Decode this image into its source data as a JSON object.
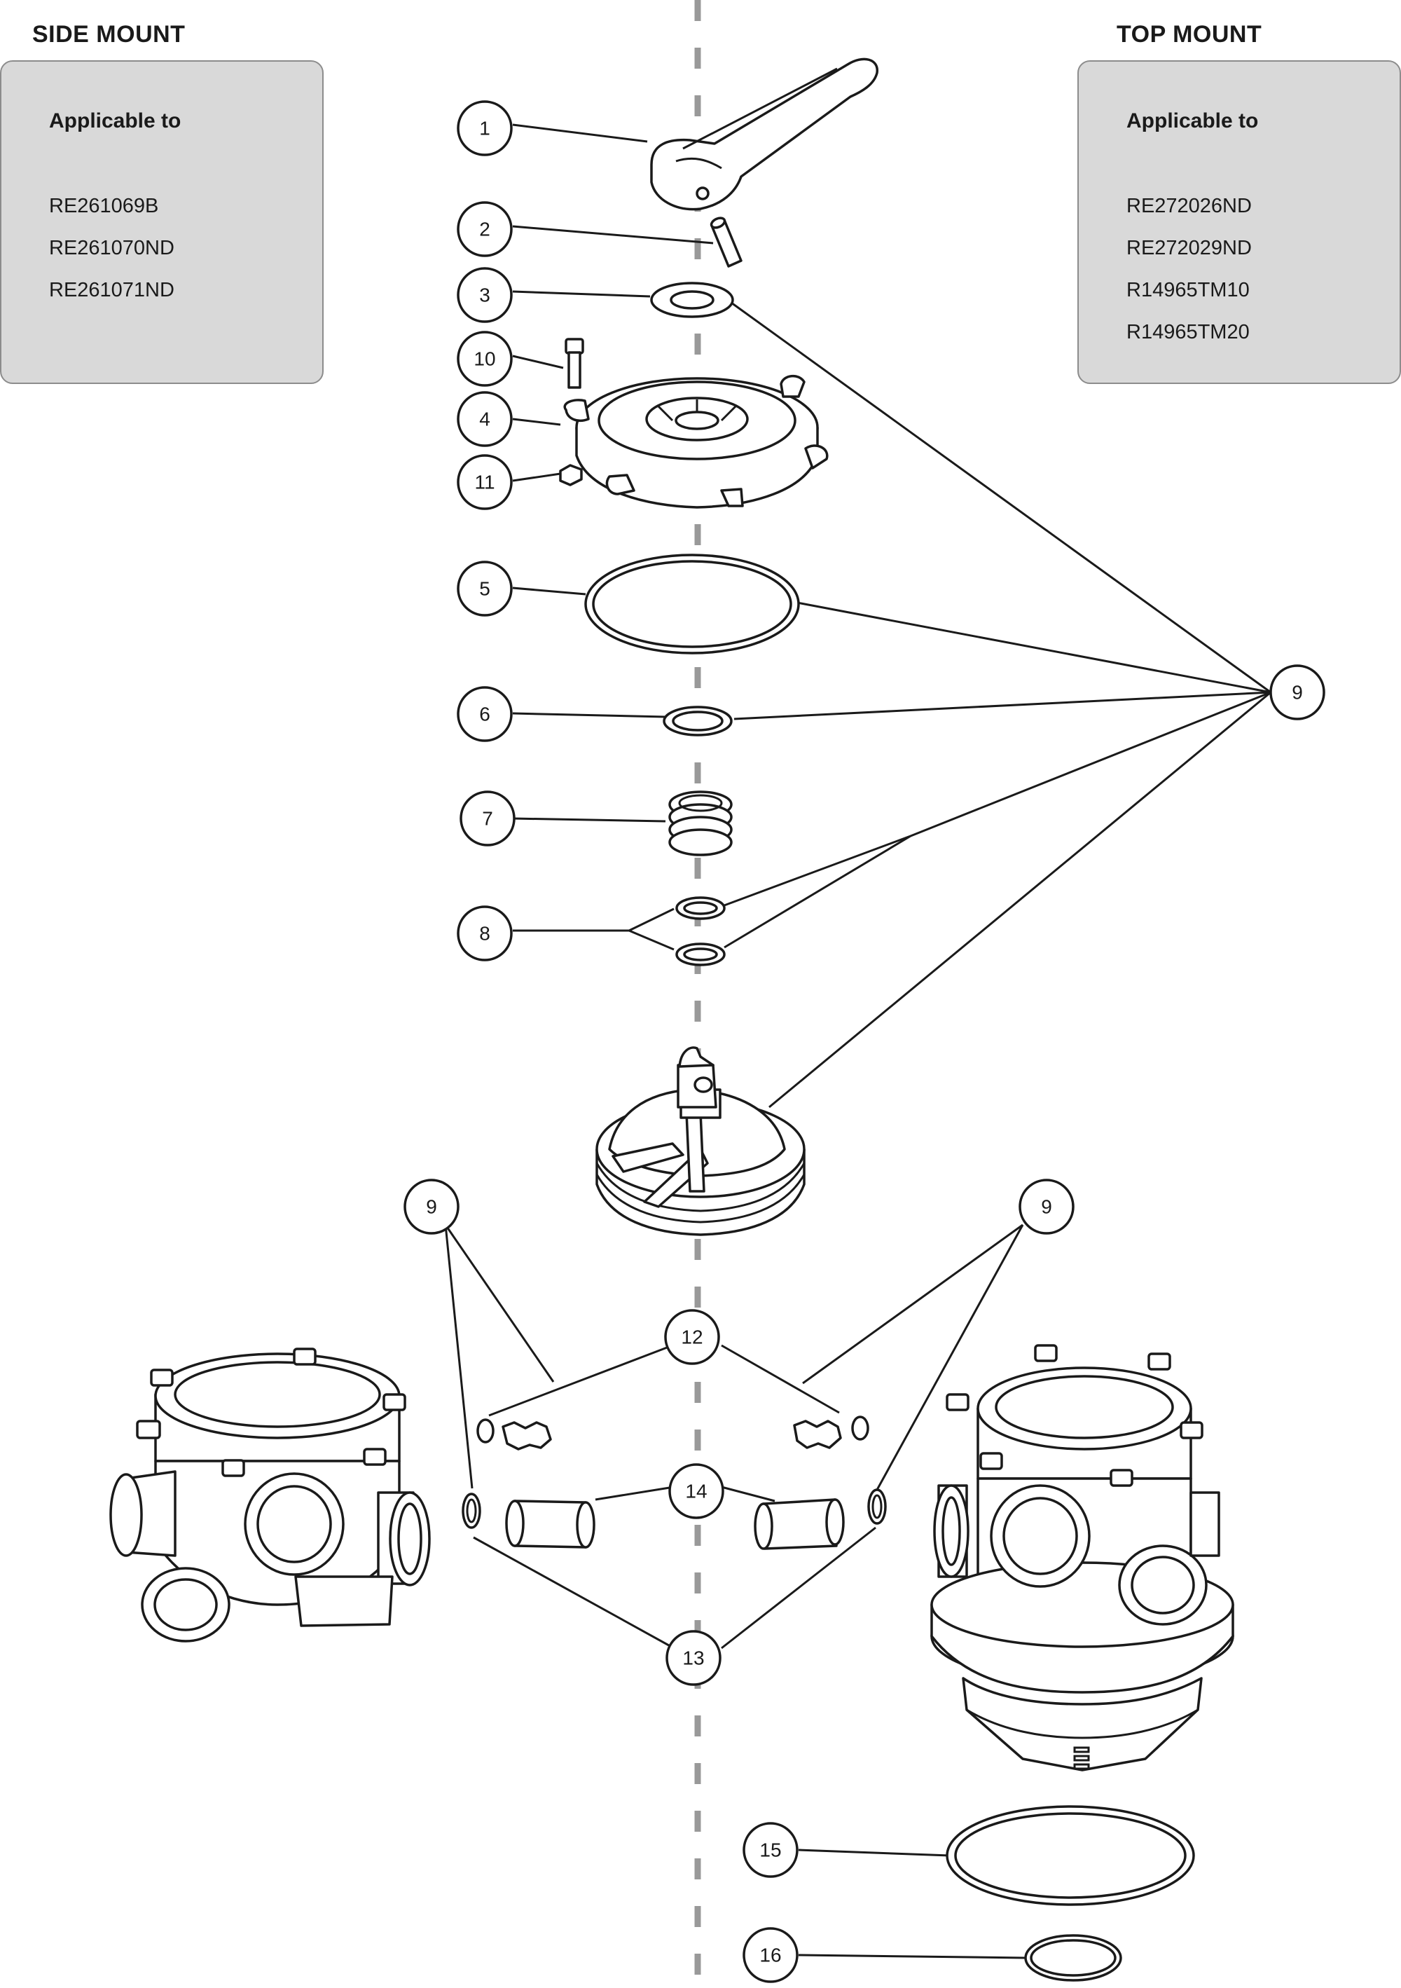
{
  "side_mount": {
    "heading": "SIDE MOUNT",
    "applicable_label": "Applicable to",
    "models": [
      "RE261069B",
      "RE261070ND",
      "RE261071ND"
    ]
  },
  "top_mount": {
    "heading": "TOP MOUNT",
    "applicable_label": "Applicable to",
    "models": [
      "RE272026ND",
      "RE272029ND",
      "R14965TM10",
      "R14965TM20"
    ]
  },
  "callouts": {
    "c1": "1",
    "c2": "2",
    "c3": "3",
    "c4": "4",
    "c5": "5",
    "c6": "6",
    "c7": "7",
    "c8": "8",
    "c9": "9",
    "c10": "10",
    "c11": "11",
    "c9_left": "9",
    "c9_right": "9",
    "c12": "12",
    "c13": "13",
    "c14": "14",
    "c15": "15",
    "c16": "16"
  }
}
